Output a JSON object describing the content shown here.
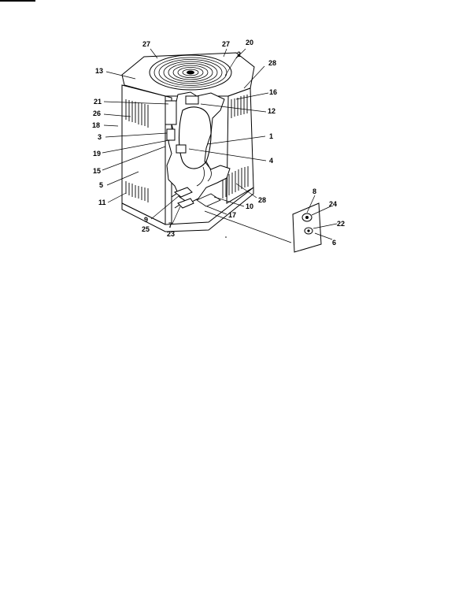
{
  "diagram": {
    "callouts": [
      {
        "id": "c27a",
        "text": "27"
      },
      {
        "id": "c27b",
        "text": "27"
      },
      {
        "id": "c20",
        "text": "20"
      },
      {
        "id": "c2",
        "text": "2"
      },
      {
        "id": "c28a",
        "text": "28"
      },
      {
        "id": "c13",
        "text": "13"
      },
      {
        "id": "c16",
        "text": "16"
      },
      {
        "id": "c21",
        "text": "21"
      },
      {
        "id": "c12",
        "text": "12"
      },
      {
        "id": "c26",
        "text": "26"
      },
      {
        "id": "c18",
        "text": "18"
      },
      {
        "id": "c1",
        "text": "1"
      },
      {
        "id": "c3",
        "text": "3"
      },
      {
        "id": "c19",
        "text": "19"
      },
      {
        "id": "c4",
        "text": "4"
      },
      {
        "id": "c15",
        "text": "15"
      },
      {
        "id": "c5",
        "text": "5"
      },
      {
        "id": "c28b",
        "text": "28"
      },
      {
        "id": "c11",
        "text": "11"
      },
      {
        "id": "c10",
        "text": "10"
      },
      {
        "id": "c17",
        "text": "17"
      },
      {
        "id": "c9",
        "text": "9"
      },
      {
        "id": "c25",
        "text": "25"
      },
      {
        "id": "c7",
        "text": "7"
      },
      {
        "id": "c23",
        "text": "23"
      },
      {
        "id": "c8",
        "text": "8"
      },
      {
        "id": "c24",
        "text": "24"
      },
      {
        "id": "c22",
        "text": "22"
      },
      {
        "id": "c6",
        "text": "6"
      }
    ]
  }
}
